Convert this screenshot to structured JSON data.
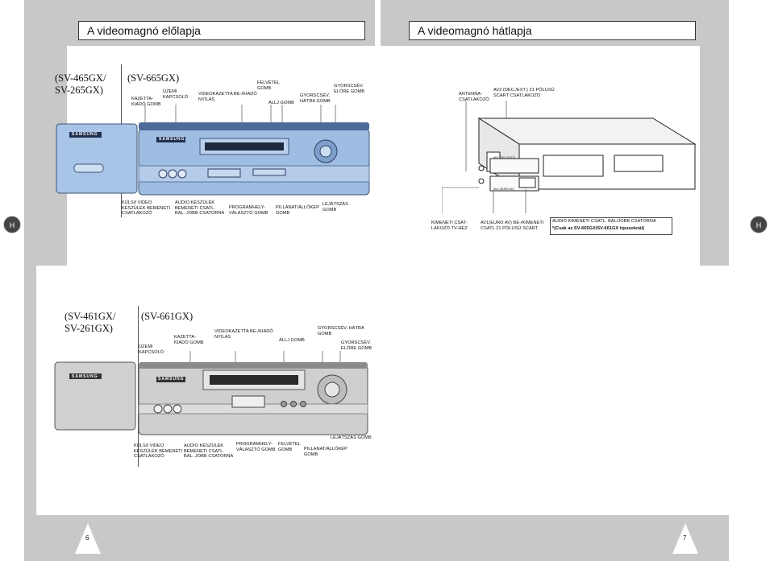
{
  "left_page": {
    "title": "A videomagnó előlapja",
    "page_number": "6",
    "lang_badge": "H",
    "section1": {
      "model_a": "(SV-465GX/\nSV-265GX)",
      "model_b": "(SV-665GX)",
      "brand": "SAMSUNG",
      "labels_top": {
        "eject": "KAZETTA-\nKIADÓ GOMB",
        "power": "ÜZEMI\nKAPCSOLÓ",
        "slot": "VIDEOKAZETTA BE-/KIADÓ\nNYÍLÁS",
        "record": "FELVÉTEL\nGOMB",
        "stop": "ÁLLJ GOMB",
        "rew": "GYORSCSÉV.\nHÁTRA GOMB",
        "ff": "GYORSCSÉV.\nELŐRE GOMB"
      },
      "labels_bottom": {
        "ext_input": "KÜLSő VIDEO\nKÉSZÜLÉK BEMENETI\nCSATLAKOZÓ",
        "audio_input": "AUDIO KÉSZÜLÉK\nBEMENETI CSATL.\nBAL. JOBB CSATORNA",
        "prog": "PROGRAMHELY-\nVÁLASZTÓ GOMB",
        "pause": "PILLANAT/ÁLLÓKÉP\nGOMB",
        "play": "LEJÁTSZÁS\nGOMB"
      }
    },
    "section2": {
      "model_a": "(SV-461GX/\nSV-261GX)",
      "model_b": "(SV-661GX)",
      "brand": "SAMSUNG",
      "labels_top": {
        "power": "ÜZEMI\nKAPCSOLÓ",
        "eject": "KAZETTA-\nKIADÓ GOMB",
        "slot": "VIDEOKAZETTA BE-/KIADÓ\nNYÍLÁS",
        "stop": "ÁLLJ GOMB",
        "rew": "GYORSCSÉV. HÁTRA\nGOMB",
        "ff": "GYORSCSÉV.\nELŐRE GOMB"
      },
      "labels_bottom": {
        "ext_input": "KÜLSő VIDEO\nKÉSZÜLÉK BEMENETI\nCSATLAKOZÓ",
        "audio_input": "AUDIO KÉSZÜLÉK\nBEMENETI CSATL.\nBAL. JOBB CSATORNA",
        "prog": "PROGRAMHELY-\nVÁLASZTÓ GOMB",
        "record": "FELVÉTEL\nGOMB",
        "pause": "PILLANAT/ÁLLÓKÉP\nGOMB",
        "play": "LEJÁTSZÁS GOMB"
      }
    }
  },
  "right_page": {
    "title": "A videomagnó hátlapja",
    "page_number": "7",
    "lang_badge": "H",
    "labels_top": {
      "antenna": "ANTENNA-\nCSATLAKOZÓ",
      "av2": "AV2 (DEC./EXT.) 21 PÓLUSÚ\nSCART CSATLAKOZÓ"
    },
    "labels_bottom": {
      "tv_out": "KIMENETI CSAT-\nLAKOZÓ TV-HEZ",
      "av1": "AV1(EURO AV) BE-/KIMENETI\nCSATL 21 PÓLUSÚ SCART",
      "audio_out": "AUDIO KIMENETI CSATL. BAL/JOBB CSATORNA",
      "audio_note": "*(Csak az SV-665GX/SV-661GX típusoknál)"
    },
    "panel_text": {
      "av2_small": "AV2 (DEC./EXT.)",
      "av1_small": "AV1 (EURO AV)"
    }
  }
}
